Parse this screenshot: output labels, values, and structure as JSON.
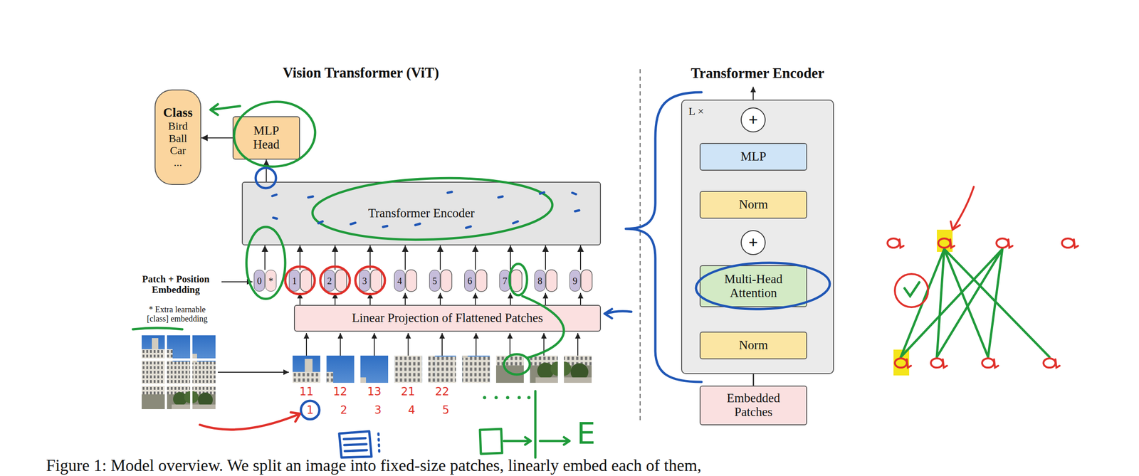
{
  "diagram": {
    "title": "Vision Transformer (ViT)",
    "caption": "Figure 1: Model overview. We split an image into fixed-size patches, linearly embed each of them,",
    "nodes": [
      {
        "text": [
          "Class",
          "Bird",
          "Ball",
          "Car",
          "..."
        ]
      },
      {
        "text": [
          "MLP Head"
        ]
      },
      {
        "text": [
          "Transformer Encoder"
        ]
      },
      {
        "text": [
          "0"
        ]
      },
      {
        "text": [
          "*"
        ]
      },
      {
        "text": [
          "1"
        ]
      },
      {
        "text": [
          "2"
        ]
      },
      {
        "text": [
          "3"
        ]
      },
      {
        "text": [
          "4"
        ]
      },
      {
        "text": [
          "5"
        ]
      },
      {
        "text": [
          "6"
        ]
      },
      {
        "text": [
          "7"
        ]
      },
      {
        "text": [
          "8"
        ]
      },
      {
        "text": [
          "9"
        ]
      },
      {
        "text": [
          "Linear Projection of Flattened Patches"
        ]
      },
      {
        "text": [
          "Transformer Encoder",
          "L ×"
        ]
      },
      {
        "text": [
          "+"
        ],
        "in": 15
      },
      {
        "text": [
          "MLP"
        ],
        "in": 15
      },
      {
        "text": [
          "Norm"
        ],
        "in": 15
      },
      {
        "text": [
          "+"
        ],
        "in": 15
      },
      {
        "text": [
          "Multi-Head Attention"
        ],
        "in": 15
      },
      {
        "text": [
          "Norm"
        ],
        "in": 15
      },
      {
        "text": [
          "Embedded Patches"
        ]
      }
    ],
    "edges": [
      {
        "from": 3,
        "to": 2,
        "arrow": "to"
      },
      {
        "from": 5,
        "to": 2,
        "arrow": "to"
      },
      {
        "from": 6,
        "to": 2,
        "arrow": "to"
      },
      {
        "from": 7,
        "to": 2,
        "arrow": "to"
      },
      {
        "from": 8,
        "to": 2,
        "arrow": "to"
      },
      {
        "from": 9,
        "to": 2,
        "arrow": "to"
      },
      {
        "from": 10,
        "to": 2,
        "arrow": "to"
      },
      {
        "from": 11,
        "to": 2,
        "arrow": "to"
      },
      {
        "from": 12,
        "to": 2,
        "arrow": "to"
      },
      {
        "from": 13,
        "to": 2,
        "arrow": "to"
      },
      {
        "from": 2,
        "to": 1,
        "arrow": "to"
      },
      {
        "from": 1,
        "to": 0,
        "arrow": "to"
      },
      {
        "from": 22,
        "to": 21,
        "arrow": "to"
      },
      {
        "from": 21,
        "to": 20,
        "arrow": "to"
      },
      {
        "from": 20,
        "to": 19,
        "arrow": "to"
      },
      {
        "from": 22,
        "to": 19,
        "arrow": "to"
      },
      {
        "from": 19,
        "to": 18,
        "arrow": "to"
      },
      {
        "from": 18,
        "to": 17,
        "arrow": "to"
      },
      {
        "from": 17,
        "to": 16,
        "arrow": "to"
      },
      {
        "from": 19,
        "to": 16,
        "arrow": "to"
      }
    ],
    "labels": [
      "Patch + Position Embedding",
      "* Extra learnable [class] embedding",
      "11",
      "12",
      "13",
      "21",
      "22",
      "1",
      "2",
      "3",
      "4",
      "5",
      "E"
    ]
  }
}
